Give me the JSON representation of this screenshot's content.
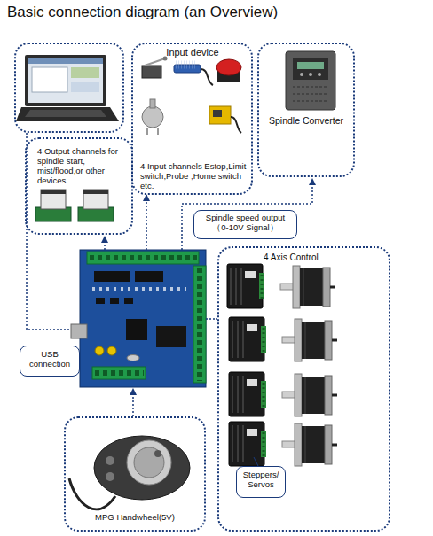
{
  "diagram": {
    "title": "Basic connection diagram (an Overview)",
    "nodes": [
      {
        "text": [
          "Input device",
          "4 Input channels Estop,Limit switch,Probe ,Home switch etc."
        ]
      },
      {
        "text": [
          "Spindle Converter"
        ]
      },
      {
        "text": [
          "4 Output channels for spindle start, mist/flood,or other devices …"
        ]
      },
      {
        "text": [
          "Spindle speed output （0-10V Signal）"
        ]
      },
      {
        "text": [
          "4 Axis Control"
        ]
      },
      {
        "text": [
          "USB connection"
        ]
      },
      {
        "text": [
          "MPG Handwheel(5V)"
        ]
      },
      {
        "text": [
          "Steppers/ Servos"
        ],
        "in": 4
      }
    ]
  }
}
